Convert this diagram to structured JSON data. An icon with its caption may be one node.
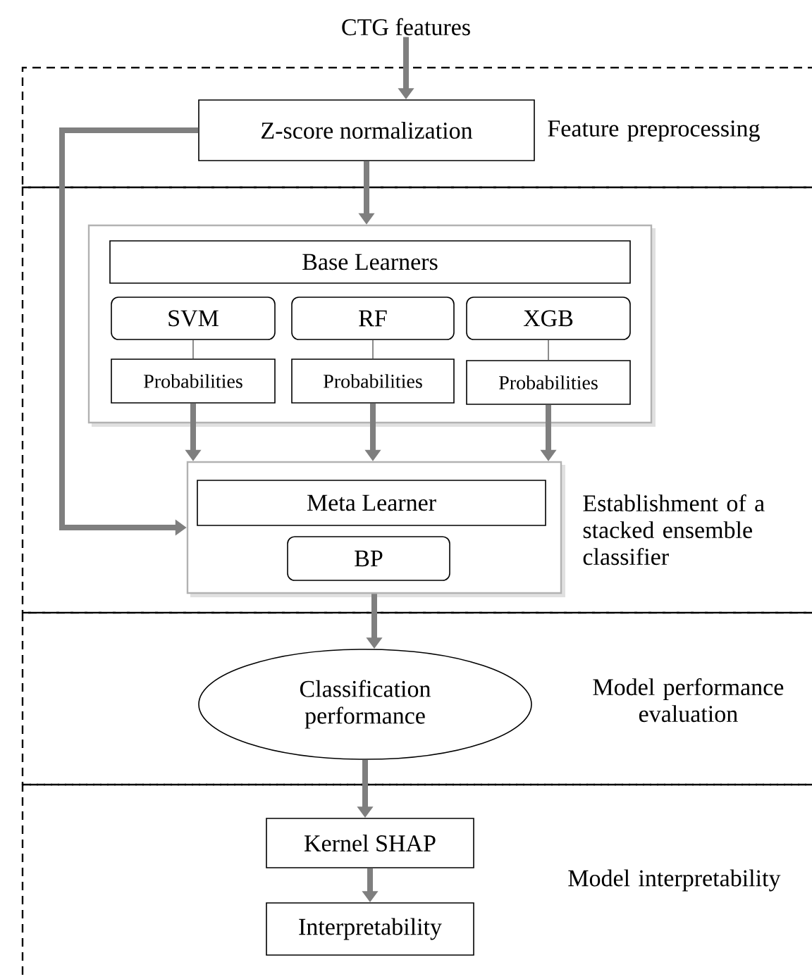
{
  "diagram": {
    "nodes": [
      {
        "text": [
          "CTG features"
        ]
      },
      {
        "text": [
          "Feature preprocessing"
        ]
      },
      {
        "text": [
          "Z-score normalization"
        ],
        "in": 1
      },
      {
        "text": [
          "Establishment of a stacked ensemble classifier"
        ]
      },
      {
        "text": [],
        "shape": "box",
        "in": 3
      },
      {
        "text": [
          "Base Learners"
        ],
        "in": 4
      },
      {
        "text": [
          "SVM"
        ],
        "in": 4
      },
      {
        "text": [
          "RF"
        ],
        "in": 4
      },
      {
        "text": [
          "XGB"
        ],
        "in": 4
      },
      {
        "text": [
          "Probabilities"
        ],
        "in": 4
      },
      {
        "text": [
          "Probabilities"
        ],
        "in": 4
      },
      {
        "text": [
          "Probabilities"
        ],
        "in": 4
      },
      {
        "text": [],
        "shape": "box",
        "in": 3
      },
      {
        "text": [
          "Meta Learner"
        ],
        "in": 12
      },
      {
        "text": [
          "BP"
        ],
        "in": 12
      },
      {
        "text": [
          "Model performance evaluation"
        ]
      },
      {
        "text": [
          "Classification performance"
        ],
        "in": 15
      },
      {
        "text": [
          "Model interpretability"
        ]
      },
      {
        "text": [
          "Kernel SHAP"
        ],
        "in": 17
      },
      {
        "text": [
          "Interpretability"
        ],
        "in": 17
      }
    ],
    "edges": [
      {
        "from": 0,
        "to": 2,
        "arrow": "to"
      },
      {
        "from": 2,
        "to": 4,
        "arrow": "to"
      },
      {
        "from": 6,
        "to": 9,
        "arrow": "none",
        "color": "#404040"
      },
      {
        "from": 7,
        "to": 10,
        "arrow": "none",
        "color": "#404040"
      },
      {
        "from": 8,
        "to": 11,
        "arrow": "none",
        "color": "#404040"
      },
      {
        "from": 9,
        "to": 12,
        "arrow": "to"
      },
      {
        "from": 10,
        "to": 12,
        "arrow": "to"
      },
      {
        "from": 11,
        "to": 12,
        "arrow": "to"
      },
      {
        "from": 2,
        "to": 12,
        "arrow": "to"
      },
      {
        "from": 12,
        "to": 16,
        "arrow": "to"
      },
      {
        "from": 16,
        "to": 18,
        "arrow": "to"
      },
      {
        "from": 18,
        "to": 19,
        "arrow": "to"
      }
    ]
  }
}
